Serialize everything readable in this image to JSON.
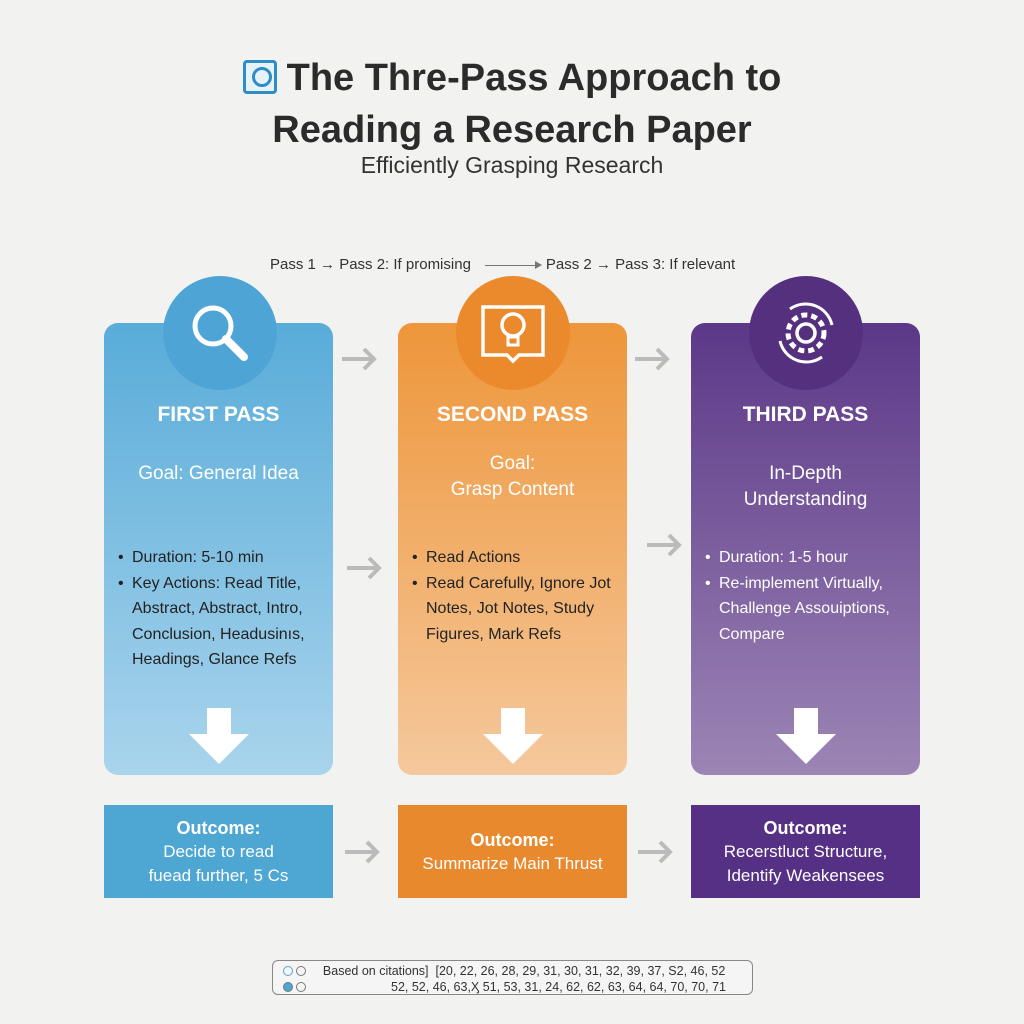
{
  "title": "The Thre-Pass Approach to Reading a Research Paper",
  "title_line1": "The Thre-Pass Approach to",
  "title_line2": "Reading a Research Paper",
  "subtitle": "Efficiently Grasping Research",
  "flow": {
    "step1": "Pass 1 → Pass 2: If promising",
    "step2": "Pass 2 → Pass 3: If relevant"
  },
  "passes": [
    {
      "head": "FIRST PASS",
      "goal": [
        "Goal: General Idea"
      ],
      "items": [
        "Duration: 5-10 min",
        "Key Actions: Read Title, Abstract, Abstract, Intro, Conclusion, Headusinıs, Headings, Glance Refs"
      ],
      "outcome_label": "Outcome:",
      "outcome": [
        "Decide to read",
        "fuead further, 5 Cs"
      ],
      "color": "#59acd9",
      "icon": "magnifier-icon"
    },
    {
      "head": "SECOND PASS",
      "goal": [
        "Goal:",
        "Grasp Content"
      ],
      "items": [
        "Read Actions",
        "Read Carefully, Ignore Jot Notes, Jot Notes, Study Figures, Mark Refs"
      ],
      "outcome_label": "Outcome:",
      "outcome": [
        "Summarize Main Thrust"
      ],
      "color": "#ee963a",
      "icon": "lightbulb-book-icon"
    },
    {
      "head": "THIRD PASS",
      "goal": [
        "In-Depth",
        "Understanding"
      ],
      "items": [
        "Duration: 1-5 hour",
        "Re-implement Virtually, Challenge Assouiptions, Compare"
      ],
      "outcome_label": "Outcome:",
      "outcome": [
        "Recerstluct Structure,",
        "Identify Weakensees"
      ],
      "color": "#5c3888",
      "icon": "gear-cycle-icon"
    }
  ],
  "citations": {
    "label": "Based on citations]",
    "line1": "[20, 22, 26, 28, 29, 31, 30, 31, 32, 39, 37, S2, 46, 52",
    "line2": "52, 52, 46, 63,Ӽ 51, 53, 31, 24, 62, 62, 63, 64, 64, 70, 70, 71"
  }
}
